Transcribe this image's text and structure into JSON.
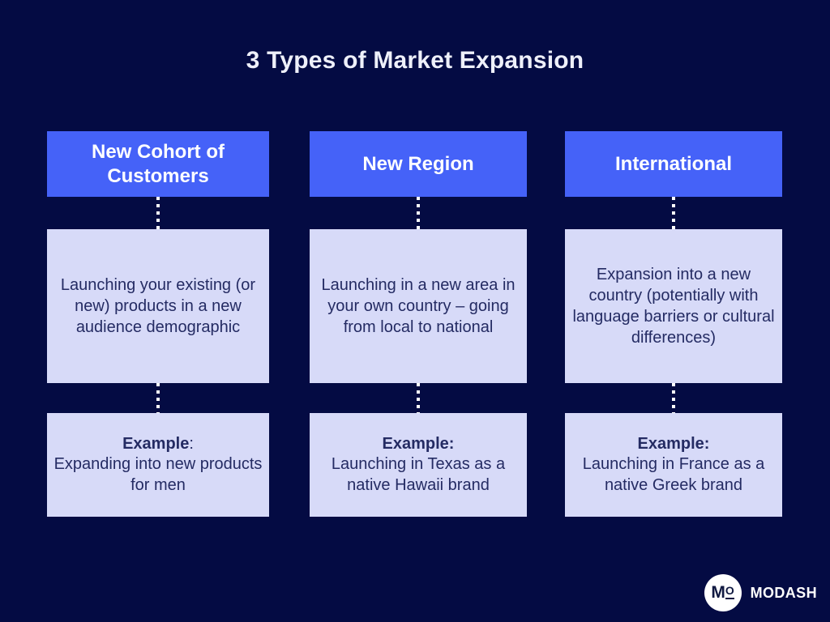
{
  "title": "3 Types of Market Expansion",
  "colors": {
    "background": "#040b43",
    "header_bg": "#4562f8",
    "header_text": "#ffffff",
    "card_bg": "#d7daf8",
    "card_text": "#242b63",
    "connector": "#ffffff",
    "title_text": "#eef0fa",
    "logo_circle": "#ffffff",
    "logo_mark_text": "#101941",
    "logo_text": "#ffffff"
  },
  "columns": [
    {
      "header": "New Cohort of Customers",
      "description": "Launching your existing (or new) products in a new audience demographic",
      "example_label": "Example",
      "example_separator": ":",
      "example_text": "Expanding into new products for men"
    },
    {
      "header": "New Region",
      "description": "Launching in a new area in your own country – going from local to national",
      "example_label": "Example:",
      "example_separator": "",
      "example_text": "Launching in Texas as a native Hawaii brand"
    },
    {
      "header": "International",
      "description": "Expansion into a new country (potentially with language barriers or cultural differences)",
      "example_label": "Example:",
      "example_separator": "",
      "example_text": "Launching in France as a native Greek brand"
    }
  ],
  "footer": {
    "logo_mark_m": "M",
    "logo_mark_o": "O",
    "brand": "MODASH"
  }
}
